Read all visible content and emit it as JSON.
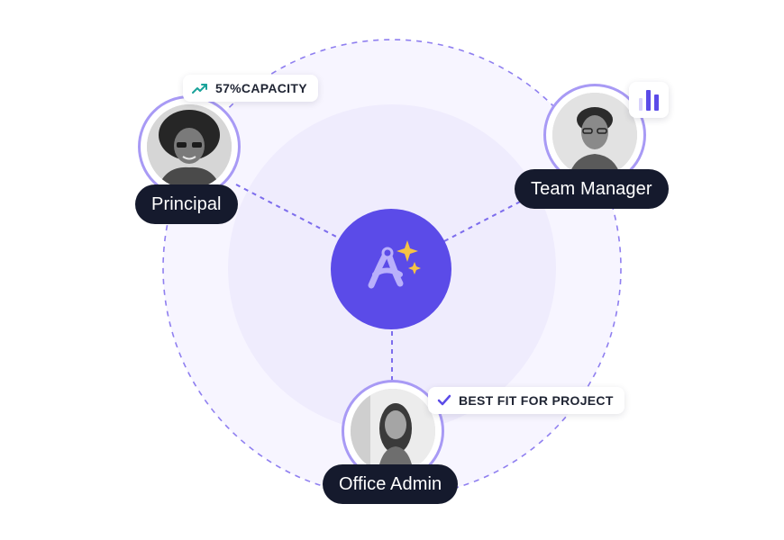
{
  "colors": {
    "accent": "#5b4be8",
    "ring": "#a89af5",
    "pill": "#151a2d",
    "sparkle": "#f6c344",
    "trend": "#1aa39a",
    "outer_fill": "#f7f5ff",
    "inner_fill": "#efecfd"
  },
  "center": {
    "icon": "ai-assistant-sparkle-icon"
  },
  "nodes": [
    {
      "key": "principal",
      "label": "Principal"
    },
    {
      "key": "team_manager",
      "label": "Team Manager"
    },
    {
      "key": "office_admin",
      "label": "Office Admin"
    }
  ],
  "badges": {
    "capacity": {
      "text": "57%CAPACITY",
      "icon": "trending-up-icon"
    },
    "best_fit": {
      "text": "BEST FIT FOR PROJECT",
      "icon": "check-icon"
    },
    "chart": {
      "icon": "bar-chart-icon"
    }
  }
}
